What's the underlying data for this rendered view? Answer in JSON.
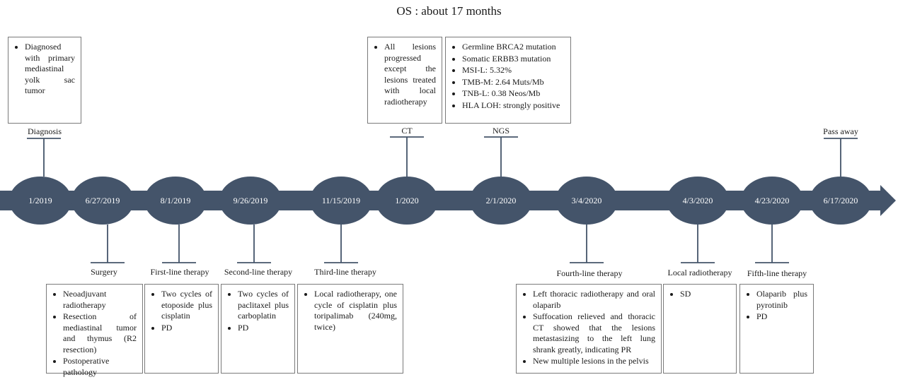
{
  "title": "OS : about 17 months",
  "colors": {
    "timeline": "#44546a",
    "stem": "#44546a",
    "box_border": "#7a7a7a"
  },
  "nodes": [
    {
      "date": "1/2019"
    },
    {
      "date": "6/27/2019"
    },
    {
      "date": "8/1/2019"
    },
    {
      "date": "9/26/2019"
    },
    {
      "date": "11/15/2019"
    },
    {
      "date": "1/2020"
    },
    {
      "date": "2/1/2020"
    },
    {
      "date": "3/4/2020"
    },
    {
      "date": "4/3/2020"
    },
    {
      "date": "4/23/2020"
    },
    {
      "date": "6/17/2020"
    }
  ],
  "events": {
    "diagnosis": {
      "label": "Diagnosis",
      "items": [
        "Diagnosed with primary mediastinal yolk sac tumor"
      ]
    },
    "ct": {
      "label": "CT",
      "items": [
        "All lesions progressed except the lesions treated with local radiotherapy"
      ]
    },
    "ngs": {
      "label": "NGS",
      "items": [
        "Germline BRCA2 mutation",
        "Somatic ERBB3 mutation",
        "MSI-L: 5.32%",
        "TMB-M: 2.64 Muts/Mb",
        "TNB-L: 0.38 Neos/Mb",
        "HLA LOH: strongly positive"
      ]
    },
    "pass_away": {
      "label": "Pass away"
    },
    "surgery": {
      "label": "Surgery",
      "items": [
        "Neoadjuvant radiotherapy",
        "Resection of mediastinal tumor and thymus (R2 resection)",
        "Postoperative pathology"
      ]
    },
    "first_line": {
      "label": "First-line therapy",
      "items": [
        "Two cycles of etoposide plus cisplatin",
        "PD"
      ]
    },
    "second_line": {
      "label": "Second-line therapy",
      "items": [
        "Two cycles of paclitaxel plus carboplatin",
        "PD"
      ]
    },
    "third_line": {
      "label": "Third-line therapy",
      "items": [
        "Local radiotherapy, one cycle of cisplatin plus toripalimab (240mg, twice)"
      ]
    },
    "fourth_line": {
      "label": "Fourth-line therapy",
      "items": [
        "Left thoracic radiotherapy and oral olaparib",
        "Suffocation relieved and thoracic CT showed that the lesions metastasizing to the left lung shrank greatly, indicating PR",
        "New multiple lesions in the pelvis"
      ]
    },
    "local_radio": {
      "label": "Local radiotherapy",
      "items": [
        "SD"
      ]
    },
    "fifth_line": {
      "label": "Fifth-line therapy",
      "items": [
        "Olaparib plus pyrotinib",
        "PD"
      ]
    }
  }
}
